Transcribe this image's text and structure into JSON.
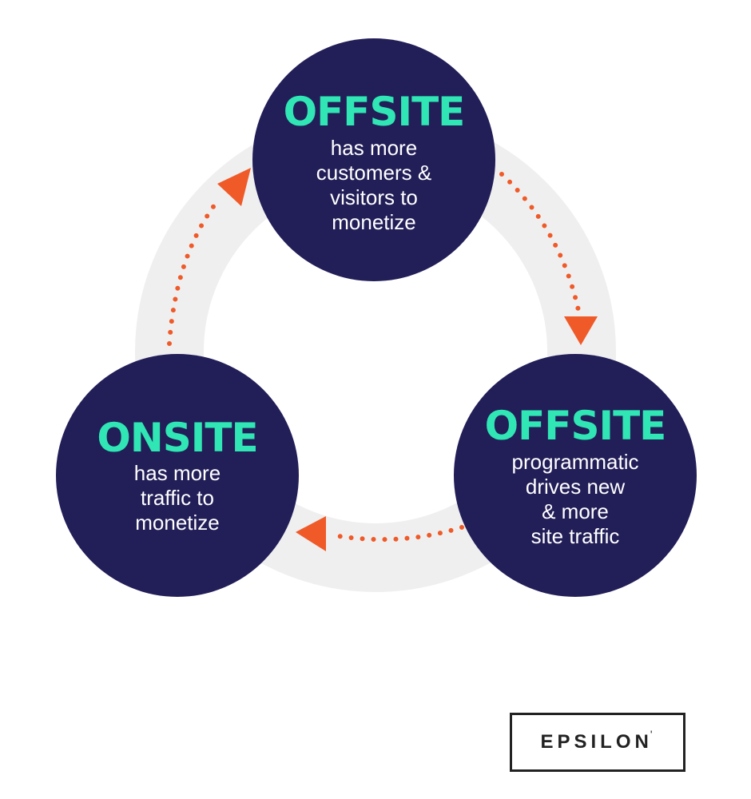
{
  "nodes": [
    {
      "id": "top",
      "title": "OFFSITE",
      "lines": [
        "has more",
        "customers &",
        "visitors to",
        "monetize"
      ]
    },
    {
      "id": "right",
      "title": "OFFSITE",
      "lines": [
        "programmatic",
        "drives new",
        "& more",
        "site traffic"
      ]
    },
    {
      "id": "left",
      "title": "ONSITE",
      "lines": [
        "has more",
        "traffic to",
        "monetize"
      ]
    }
  ],
  "logo": {
    "text": "EPSILON",
    "mark": "'"
  },
  "colors": {
    "node_fill": "#221e58",
    "title_color": "#2fe6b4",
    "body_text": "#ffffff",
    "ring": "#efeff0",
    "arrow": "#ef5a28",
    "logo_border": "#222222"
  }
}
